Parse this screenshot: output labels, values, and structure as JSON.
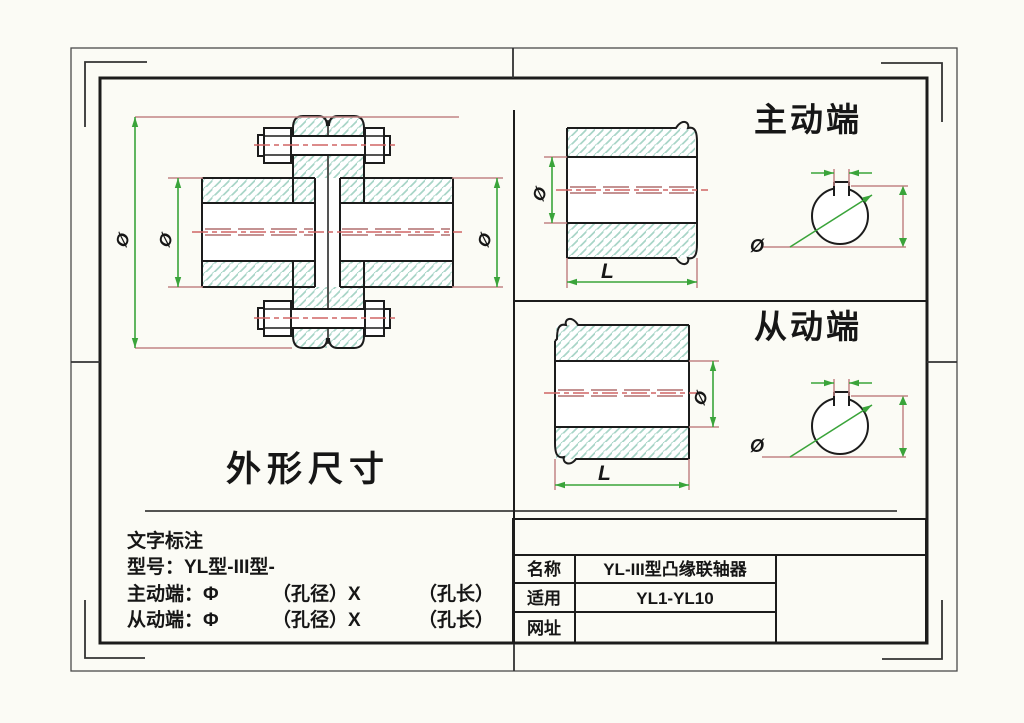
{
  "drawing": {
    "captions": {
      "driving_end": "主动端",
      "driven_end": "从动端",
      "outline_dims": "外形尺寸"
    },
    "dim_labels": {
      "phi": "Ø",
      "length": "L"
    },
    "notes": {
      "heading": "文字标注",
      "model": "型号：YL型-III型-",
      "driving_prefix": "主动端：Φ",
      "driving_mid": "（孔径）X",
      "driving_suffix": "（孔长）",
      "driven_prefix": "从动端：Φ",
      "driven_mid": "（孔径）X",
      "driven_suffix": "（孔长）"
    },
    "title_block": {
      "rows": [
        {
          "label": "名称",
          "value": "YL-III型凸缘联轴器"
        },
        {
          "label": "适用",
          "value": "YL1-YL10"
        },
        {
          "label": "网址",
          "value": ""
        }
      ]
    },
    "colors": {
      "outline": "#1c1c1c",
      "hatch": "#a8d5c7",
      "dimension_green": "#3aa43a",
      "extension_red": "#c28585",
      "centerline_red": "#d06565",
      "dim_text_red": "#8f3f3f"
    }
  }
}
